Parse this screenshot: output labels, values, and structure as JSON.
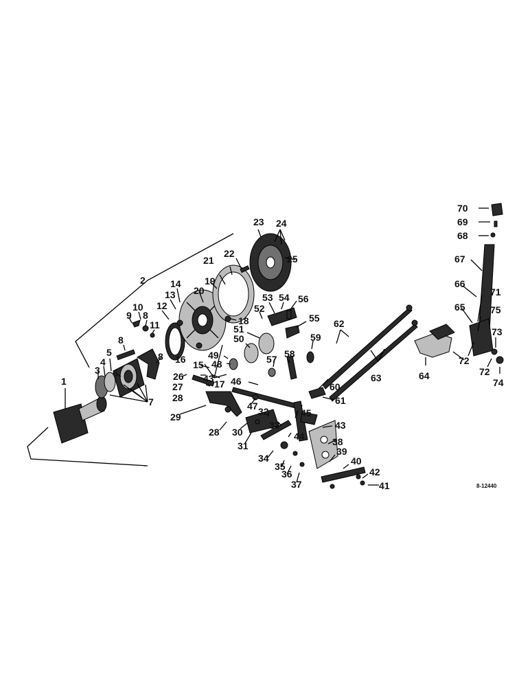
{
  "figure_code": "8-12440",
  "labels": {
    "1": "1",
    "2": "2",
    "3": "3",
    "4": "4",
    "5": "5",
    "6": "6",
    "7": "7",
    "8": "8",
    "9": "9",
    "10": "10",
    "11": "11",
    "12": "12",
    "13": "13",
    "14": "14",
    "15": "15",
    "16": "16",
    "17": "17",
    "18": "18",
    "19": "19",
    "20": "20",
    "21": "21",
    "22": "22",
    "23": "23",
    "24": "24",
    "25": "25",
    "26": "26",
    "27": "27",
    "28": "28",
    "29": "29",
    "30": "30",
    "31": "31",
    "32": "32",
    "33": "33",
    "34": "34",
    "35": "35",
    "36": "36",
    "37": "37",
    "38": "38",
    "39": "39",
    "40": "40",
    "41": "41",
    "42": "42",
    "43": "43",
    "44": "44",
    "45": "45",
    "46": "46",
    "47": "47",
    "48": "48",
    "49": "49",
    "50": "50",
    "51": "51",
    "52": "52",
    "53": "53",
    "54": "54",
    "55": "55",
    "56": "56",
    "57": "57",
    "58": "58",
    "59": "59",
    "60": "60",
    "61": "61",
    "62": "62",
    "63": "63",
    "64": "64",
    "65": "65",
    "66": "66",
    "67": "67",
    "68": "68",
    "69": "69",
    "70": "70",
    "71": "71",
    "72": "72",
    "73": "73",
    "74": "74",
    "75": "75"
  }
}
